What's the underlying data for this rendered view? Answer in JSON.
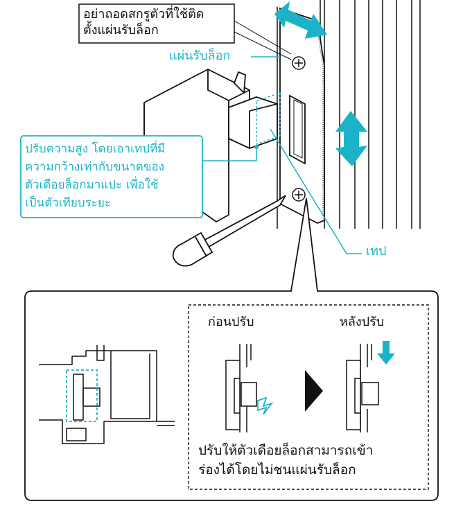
{
  "callouts": {
    "warning": {
      "line1": "อย่าถอดสกรูตัวที่ใช้ติด",
      "line2": "ตั้งแผ่นรับล็อก"
    },
    "strike_plate": "แผ่นรับล็อก",
    "adjust": {
      "line1": "ปรับความสูง โดยเอาเทปที่มี",
      "line2": "ความกว้างเท่ากับขนาดของ",
      "line3": "ตัวเดือยล็อกมาแปะ เพื่อใช้",
      "line4": "เป็นตัวเทียบระยะ"
    },
    "tape": "เทป"
  },
  "detail": {
    "before": "ก่อนปรับ",
    "after": "หลังปรับ",
    "caption": {
      "line1": "ปรับให้ตัวเดือยล็อกสามารถเข้า",
      "line2": "ร่องได้โดยไม่ชนแผ่นรับล็อก"
    }
  },
  "colors": {
    "accent": "#1ab3c8",
    "line": "#111111"
  }
}
